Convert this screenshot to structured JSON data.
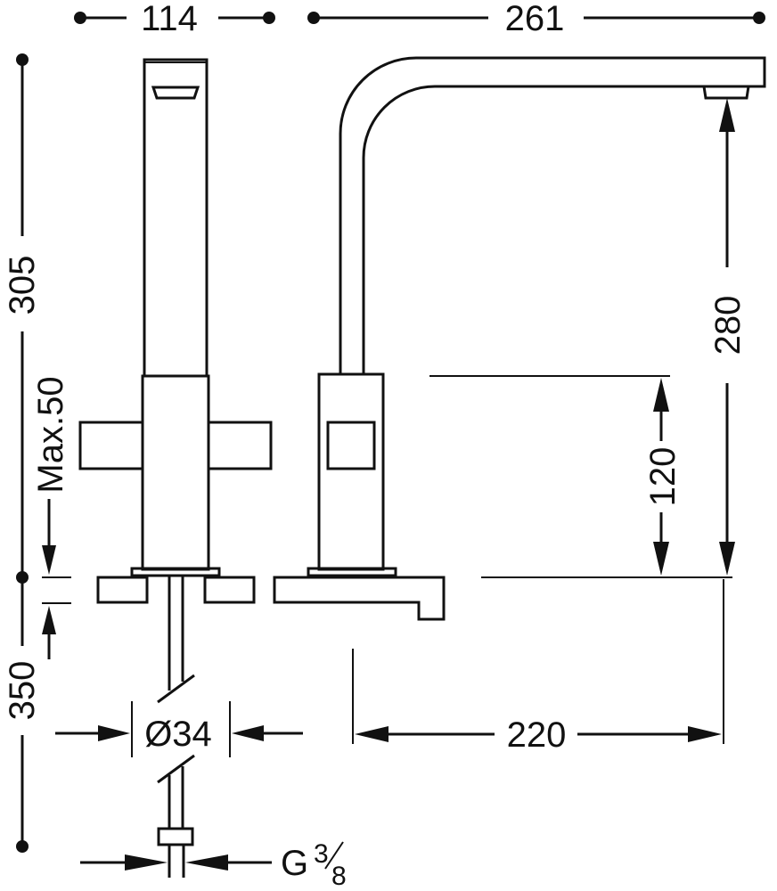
{
  "dimensions": {
    "left_width": "114",
    "spout_reach": "261",
    "total_height": "305",
    "spout_height": "280",
    "body_height": "120",
    "max_deck_thickness": "Max.50",
    "hose_length": "350",
    "hole_diameter": "Ø34",
    "faucet_spacing": "220",
    "connection_letter": "G",
    "connection_numerator": "3",
    "connection_denominator": "8"
  },
  "colors": {
    "line": "#111111",
    "background": "#ffffff"
  }
}
